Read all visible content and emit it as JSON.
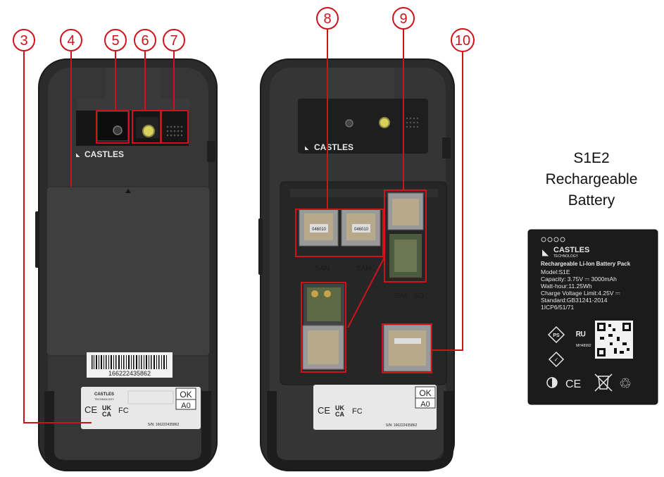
{
  "callouts": [
    {
      "number": "3"
    },
    {
      "number": "4"
    },
    {
      "number": "5"
    },
    {
      "number": "6"
    },
    {
      "number": "7"
    },
    {
      "number": "8"
    },
    {
      "number": "9"
    },
    {
      "number": "10"
    }
  ],
  "device_front": {
    "brand": "CASTLES",
    "barcode_number": "166222435862",
    "label_brand": "CASTLES",
    "label_brand_sub": "TECHNOLOGY",
    "ok_text": "OK",
    "a0_text": "A0",
    "sn_text": "S/N: 166222435862"
  },
  "device_open": {
    "brand": "CASTLES",
    "sam_label_1": "SAM",
    "sam_label_2": "SAM",
    "sim_label": "SIM",
    "sd_label": "SD",
    "slot_code_1": "046010",
    "slot_code_2": "046010",
    "ok_text": "OK",
    "a0_text": "A0",
    "sn_text": "S/N: 166222435862"
  },
  "caption": {
    "line1": "S1E2",
    "line2": "Rechargeable",
    "line3": "Battery"
  },
  "battery": {
    "brand": "CASTLES",
    "brand_sub": "TECHNOLOGY",
    "title": "Rechargeable Li-Ion Battery Pack",
    "model": "Model:S1E",
    "capacity": "Capacity: 3.75V ⎓ 3000mAh",
    "watt_hour": "Watt-hour:11.25Wh",
    "charge_voltage": "Charge Voltage Limit:4.25V ⎓",
    "standard": "Standard:GB31241-2014",
    "cell_code": "1ICP6/51/71",
    "ul_code": "MH48992"
  },
  "colors": {
    "callout_red": "#d0121b",
    "device_dark": "#2e2e2e",
    "battery_dark": "#1c1c1c"
  }
}
